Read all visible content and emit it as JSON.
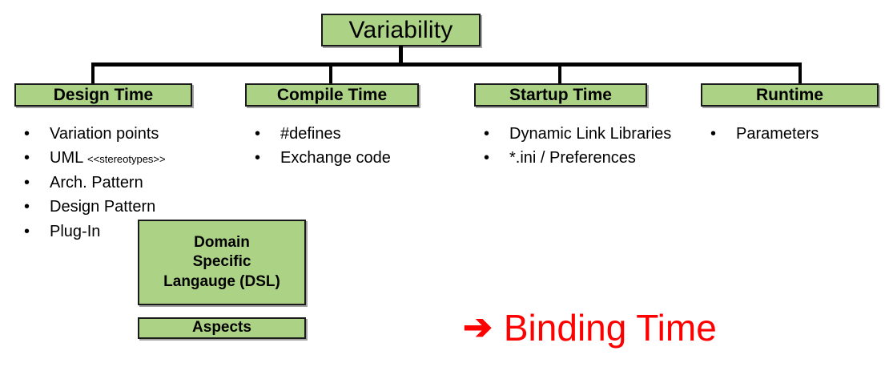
{
  "diagram": {
    "root": {
      "label": "Variability"
    },
    "levels": [
      {
        "label": "Design Time"
      },
      {
        "label": "Compile Time"
      },
      {
        "label": "Startup Time"
      },
      {
        "label": "Runtime"
      }
    ],
    "columns": [
      {
        "key": "design-time",
        "items": [
          {
            "text": "Variation points",
            "small": ""
          },
          {
            "text": "UML ",
            "small": "<<stereotypes>>"
          },
          {
            "text": "Arch. Pattern",
            "small": ""
          },
          {
            "text": "Design Pattern",
            "small": ""
          },
          {
            "text": "Plug-In",
            "small": ""
          }
        ]
      },
      {
        "key": "compile-time",
        "items": [
          {
            "text": "#defines",
            "small": ""
          },
          {
            "text": "Exchange code",
            "small": ""
          }
        ]
      },
      {
        "key": "startup-time",
        "items": [
          {
            "text": "Dynamic Link Libraries",
            "small": ""
          },
          {
            "text": "*.ini / Preferences",
            "small": ""
          }
        ]
      },
      {
        "key": "runtime",
        "items": [
          {
            "text": "Parameters",
            "small": ""
          }
        ]
      }
    ],
    "extra_boxes": [
      {
        "key": "dsl",
        "line1": "Domain",
        "line2": "Specific",
        "line3": "Langauge (DSL)"
      },
      {
        "key": "aspects",
        "label": "Aspects"
      }
    ],
    "callout": {
      "arrow": "➔",
      "label": "Binding Time"
    },
    "colors": {
      "box_fill": "#acd286",
      "box_border": "#1a1a1a",
      "callout_red": "#ff0000",
      "text": "#000000",
      "background": "#ffffff"
    },
    "bullet_glyph": "•"
  }
}
